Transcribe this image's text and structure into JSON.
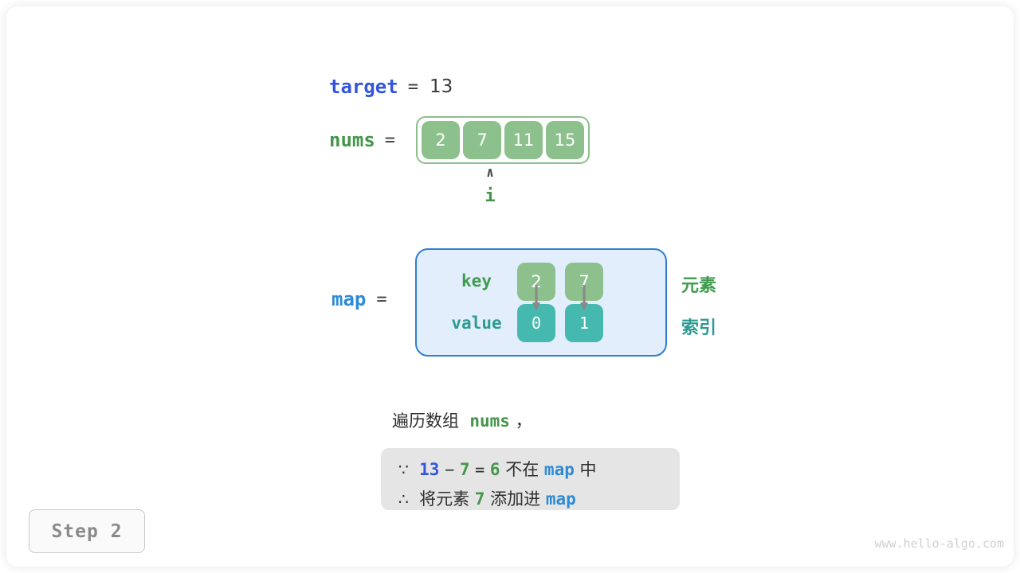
{
  "watermark": "www.hello-algo.com",
  "step_badge": "Step 2",
  "colors": {
    "target_blue": "#3355dd",
    "map_blue": "#2e8bd6",
    "green": "#45964b",
    "green_box": "#8cc08c",
    "teal": "#2e9b93",
    "teal_box": "#45b8b0",
    "map_panel_bg": "#e2eefb",
    "map_panel_border": "#2e7fd0",
    "explain_box_bg": "#e5e5e5",
    "arrow_gray": "#8a8a8a"
  },
  "target": {
    "name": "target",
    "equals": "=",
    "value": "13"
  },
  "nums": {
    "name": "nums",
    "equals": "=",
    "values": [
      "2",
      "7",
      "11",
      "15"
    ]
  },
  "pointer": {
    "caret": "∧",
    "label": "i",
    "index": 1
  },
  "map": {
    "name": "map",
    "equals": "=",
    "key_label": "key",
    "value_label": "value",
    "entries": [
      {
        "key": "2",
        "value": "0"
      },
      {
        "key": "7",
        "value": "1"
      }
    ],
    "side_notes": {
      "element": "元素",
      "index": "索引"
    }
  },
  "explanation": {
    "line": {
      "prefix": "遍历数组",
      "keyword": "nums",
      "suffix": "，"
    },
    "row1": {
      "because_symbol": "∵",
      "a": "13",
      "minus": "−",
      "b": "7",
      "equals": "=",
      "result": "6",
      "text_mid": "不在",
      "keyword": "map",
      "text_end": "中"
    },
    "row2": {
      "therefore_symbol": "∴",
      "text_start": "将元素",
      "number": "7",
      "text_mid": "添加进",
      "keyword": "map"
    }
  }
}
